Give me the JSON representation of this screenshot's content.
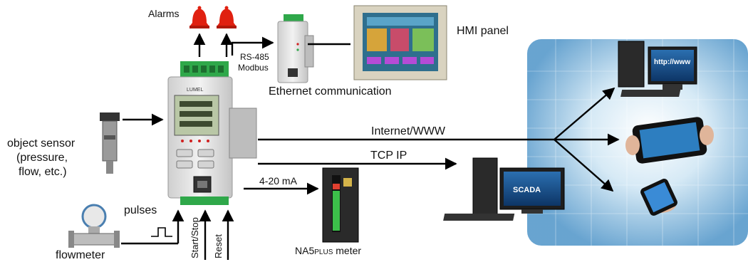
{
  "labels": {
    "alarms": "Alarms",
    "hmi_panel": "HMI panel",
    "rs485": "RS-485",
    "modbus": "Modbus",
    "ethernet": "Ethernet communication",
    "object_sensor_1": "object sensor",
    "object_sensor_2": "(pressure,",
    "object_sensor_3": "flow, etc.)",
    "internet": "Internet/WWW",
    "tcp_ip": "TCP IP",
    "current_loop": "4-20 mA",
    "pulses": "pulses",
    "flowmeter": "flowmeter",
    "start_stop": "Start/Stop",
    "reset": "Reset",
    "meter_main": "NA5",
    "meter_small": "PLUS",
    "meter_rest": " meter",
    "scada": "SCADA",
    "browser_text": "http://www",
    "device_brand": "LUMEL"
  },
  "colors": {
    "arrow": "#000000",
    "alarm_bell": "#e02010",
    "device_body": "#e6e6e6",
    "terminal_green": "#2fa84a",
    "lcd": "#b9c7a6",
    "globe_blue": "#5fa6d6"
  }
}
